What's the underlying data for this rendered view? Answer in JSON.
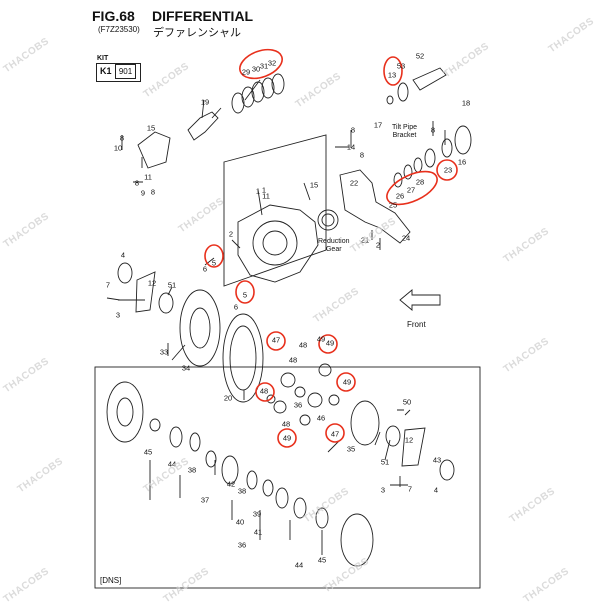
{
  "header": {
    "fig_number": "FIG.68",
    "title": "DIFFERENTIAL",
    "subtitle": "(F7Z23530)",
    "japanese_title": "デファレンシャル"
  },
  "kit": {
    "label": "KIT",
    "row_label": "K1",
    "number": "901"
  },
  "annotations": {
    "tilt_pipe": "Tilt Pipe\nBracket",
    "reduction_gear": "Reduction\nGear",
    "front": "Front",
    "dns": "[DNS]"
  },
  "watermark": "THACOBS",
  "part_labels": [
    {
      "text": "29"
    },
    {
      "text": "30"
    },
    {
      "text": "31"
    },
    {
      "text": "32"
    },
    {
      "text": "53"
    },
    {
      "text": "13"
    },
    {
      "text": "52"
    },
    {
      "text": "19"
    },
    {
      "text": "15"
    },
    {
      "text": "8"
    },
    {
      "text": "10"
    },
    {
      "text": "8"
    },
    {
      "text": "11"
    },
    {
      "text": "8"
    },
    {
      "text": "9"
    },
    {
      "text": "8"
    },
    {
      "text": "14"
    },
    {
      "text": "8"
    },
    {
      "text": "22"
    },
    {
      "text": "28"
    },
    {
      "text": "27"
    },
    {
      "text": "26"
    },
    {
      "text": "25"
    },
    {
      "text": "23"
    },
    {
      "text": "16"
    },
    {
      "text": "15"
    },
    {
      "text": "1"
    },
    {
      "text": "11"
    },
    {
      "text": "2"
    },
    {
      "text": "5"
    },
    {
      "text": "6"
    },
    {
      "text": "4"
    },
    {
      "text": "7"
    },
    {
      "text": "12"
    },
    {
      "text": "51"
    },
    {
      "text": "3"
    },
    {
      "text": "5"
    },
    {
      "text": "6"
    },
    {
      "text": "33"
    },
    {
      "text": "34"
    },
    {
      "text": "49"
    },
    {
      "text": "48"
    },
    {
      "text": "47"
    },
    {
      "text": "49"
    },
    {
      "text": "48"
    },
    {
      "text": "49"
    },
    {
      "text": "20"
    },
    {
      "text": "48"
    },
    {
      "text": "36"
    },
    {
      "text": "46"
    },
    {
      "text": "48"
    },
    {
      "text": "49"
    },
    {
      "text": "47"
    },
    {
      "text": "35"
    },
    {
      "text": "50"
    },
    {
      "text": "45"
    },
    {
      "text": "44"
    },
    {
      "text": "38"
    },
    {
      "text": "37"
    },
    {
      "text": "42"
    },
    {
      "text": "38"
    },
    {
      "text": "39"
    },
    {
      "text": "40"
    },
    {
      "text": "41"
    },
    {
      "text": "36"
    },
    {
      "text": "44"
    },
    {
      "text": "45"
    },
    {
      "text": "51"
    },
    {
      "text": "3"
    },
    {
      "text": "7"
    },
    {
      "text": "4"
    },
    {
      "text": "43"
    },
    {
      "text": "12"
    },
    {
      "text": "17"
    },
    {
      "text": "8"
    },
    {
      "text": "18"
    },
    {
      "text": "24"
    },
    {
      "text": "21"
    },
    {
      "text": "2"
    },
    {
      "text": "1"
    }
  ],
  "colors": {
    "line": "#222222",
    "highlight_circle": "#e8301c",
    "watermark": "#cfcfcf"
  }
}
